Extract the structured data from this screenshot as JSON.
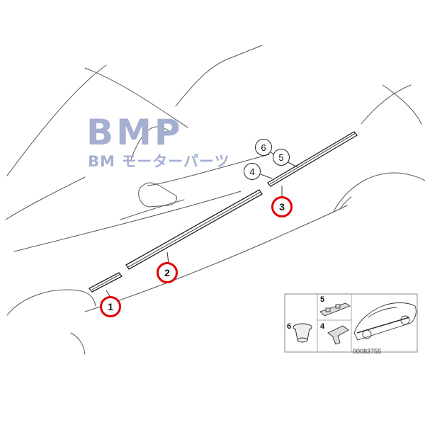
{
  "watermark": {
    "title": "BMP",
    "subtitle": "BM モーターパーツ"
  },
  "callouts": [
    {
      "id": "1",
      "highlighted": true
    },
    {
      "id": "2",
      "highlighted": true
    },
    {
      "id": "3",
      "highlighted": true
    },
    {
      "id": "4",
      "highlighted": false
    },
    {
      "id": "5",
      "highlighted": false
    },
    {
      "id": "6",
      "highlighted": false
    }
  ],
  "inset": {
    "labels": [
      "5",
      "6",
      "4"
    ]
  },
  "diagram_number": "00083755",
  "colors": {
    "highlight": "#e00000",
    "watermark": "#a4afd2",
    "line": "#333333"
  }
}
